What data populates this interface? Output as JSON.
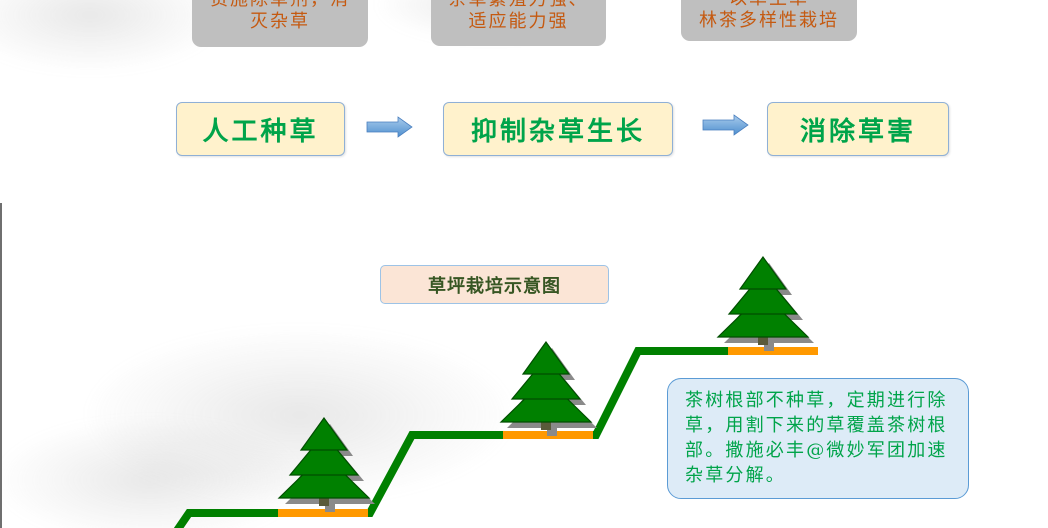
{
  "top_boxes": [
    {
      "line1": "责施除草剂，消",
      "line2": "灭杂草"
    },
    {
      "line1": "杂草繁殖力强、",
      "line2": "适应能力强"
    },
    {
      "line1": "以草生草",
      "line2": "林茶多样性栽培"
    }
  ],
  "flow": {
    "steps": [
      "人工种草",
      "抑制杂草生长",
      "消除草害"
    ]
  },
  "diagram": {
    "title": "草坪栽培示意图",
    "note_lines": [
      "茶树根部不种草，定期进行除",
      "草，用割下来的草覆盖茶树根",
      "部。撒施必丰@微妙军团加速",
      "杂草分解。"
    ]
  },
  "colors": {
    "top_box_fill": "#bfbfbf",
    "top_box_text": "#c55a11",
    "flow_fill": "#fff2cc",
    "flow_text": "#00a44a",
    "arrow": "#5b9bd5",
    "stair_line": "#008000",
    "tree_base": "#ff9900",
    "tree": "#008000",
    "note_fill": "#ddebf7",
    "title_fill": "#fbe5d6"
  },
  "icons": {
    "arrows": "right-arrow-icon",
    "trees": "pine-tree-icon"
  }
}
